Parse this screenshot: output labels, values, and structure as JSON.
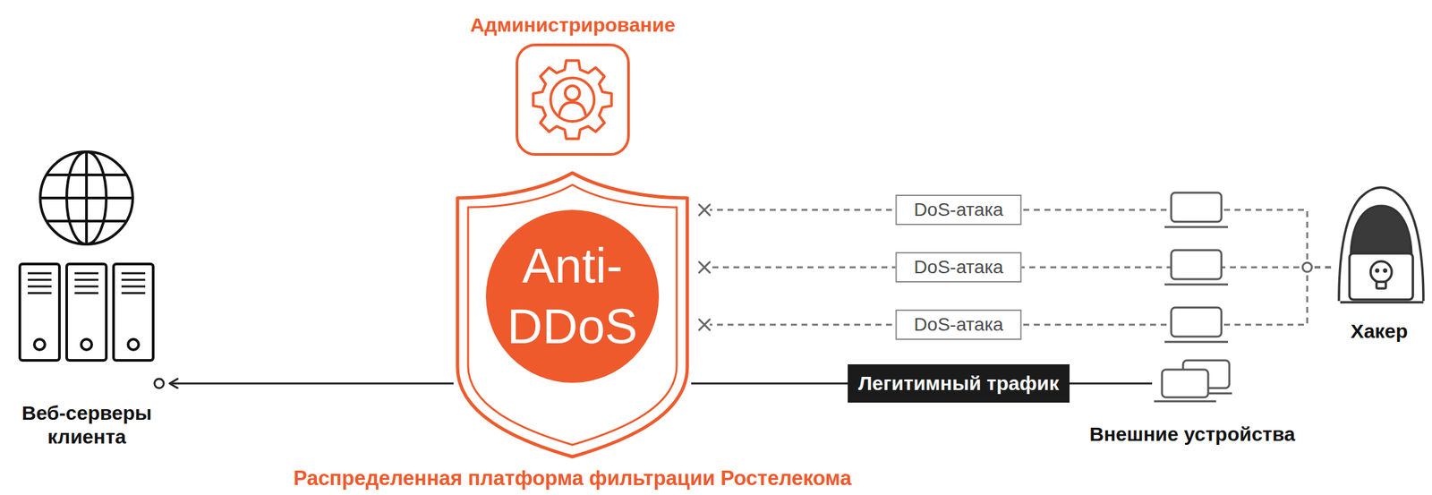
{
  "diagram": {
    "nodes": [
      {
        "text": [
          "Администрирование"
        ]
      },
      {
        "text": [
          "Веб-серверы клиента"
        ]
      },
      {
        "text": [
          "Распределенная платформа фильтрации Ростелекома"
        ]
      },
      {
        "text": [
          "Anti- DDoS"
        ],
        "in": 2
      },
      {
        "text": [
          "Хакер"
        ]
      },
      {
        "text": [
          "Внешние устройства"
        ]
      }
    ],
    "edges": [
      {
        "from": 4,
        "to": 2,
        "label": "DoS-атака",
        "arrow": "none"
      },
      {
        "from": 4,
        "to": 2,
        "label": "DoS-атака",
        "arrow": "none"
      },
      {
        "from": 4,
        "to": 2,
        "label": "DoS-атака",
        "arrow": "none"
      },
      {
        "from": 5,
        "to": 2,
        "label": "Легитимный трафик",
        "arrow": "none"
      },
      {
        "from": 2,
        "to": 1,
        "arrow": "to"
      }
    ]
  }
}
